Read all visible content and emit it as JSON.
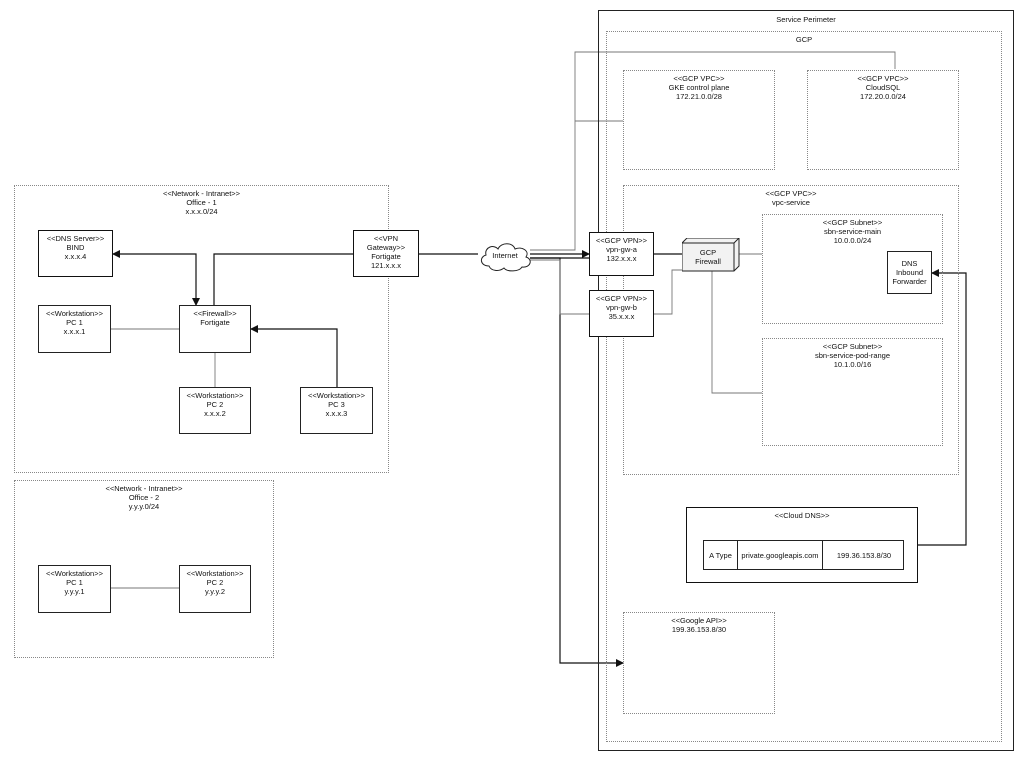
{
  "perimeter": {
    "title": "Service Perimeter"
  },
  "gcp": {
    "title": "GCP"
  },
  "gke_vpc": {
    "stereotype": "<<GCP VPC>>",
    "name": "GKE control plane",
    "cidr": "172.21.0.0/28"
  },
  "sql_vpc": {
    "stereotype": "<<GCP VPC>>",
    "name": "CloudSQL",
    "cidr": "172.20.0.0/24"
  },
  "service_vpc": {
    "stereotype": "<<GCP VPC>>",
    "name": "vpc-service"
  },
  "subnet_main": {
    "stereotype": "<<GCP Subnet>>",
    "name": "sbn-service-main",
    "cidr": "10.0.0.0/24"
  },
  "subnet_pod": {
    "stereotype": "<<GCP Subnet>>",
    "name": "sbn-service-pod-range",
    "cidr": "10.1.0.0/16"
  },
  "dns_forwarder": {
    "line1": "DNS",
    "line2": "Inbound",
    "line3": "Forwarder"
  },
  "gcp_firewall": {
    "line1": "GCP",
    "line2": "Firewall"
  },
  "vpn_a": {
    "stereotype": "<<GCP VPN>>",
    "name": "vpn-gw-a",
    "ip": "132.x.x.x"
  },
  "vpn_b": {
    "stereotype": "<<GCP VPN>>",
    "name": "vpn-gw-b",
    "ip": "35.x.x.x"
  },
  "internet": {
    "label": "Internet"
  },
  "cloud_dns": {
    "stereotype": "<<Cloud DNS>>",
    "record": {
      "type": "A Type",
      "name": "private.googleapis.com",
      "value": "199.36.153.8/30"
    }
  },
  "google_api": {
    "stereotype": "<<Google API>>",
    "cidr": "199.36.153.8/30"
  },
  "office1": {
    "stereotype": "<<Network - Intranet>>",
    "name": "Office - 1",
    "cidr": "x.x.x.0/24",
    "dns": {
      "stereotype": "<<DNS Server>>",
      "name": "BIND",
      "ip": "x.x.x.4"
    },
    "vpn": {
      "stereotype": "<<VPN Gateway>>",
      "name": "Fortigate",
      "ip": "121.x.x.x"
    },
    "firewall": {
      "stereotype": "<<Firewall>>",
      "name": "Fortigate"
    },
    "pc1": {
      "stereotype": "<<Workstation>>",
      "name": "PC 1",
      "ip": "x.x.x.1"
    },
    "pc2": {
      "stereotype": "<<Workstation>>",
      "name": "PC 2",
      "ip": "x.x.x.2"
    },
    "pc3": {
      "stereotype": "<<Workstation>>",
      "name": "PC 3",
      "ip": "x.x.x.3"
    }
  },
  "office2": {
    "stereotype": "<<Network - Intranet>>",
    "name": "Office - 2",
    "cidr": "y.y.y.0/24",
    "pc1": {
      "stereotype": "<<Workstation>>",
      "name": "PC 1",
      "ip": "y.y.y.1"
    },
    "pc2": {
      "stereotype": "<<Workstation>>",
      "name": "PC 2",
      "ip": "y.y.y.2"
    }
  }
}
